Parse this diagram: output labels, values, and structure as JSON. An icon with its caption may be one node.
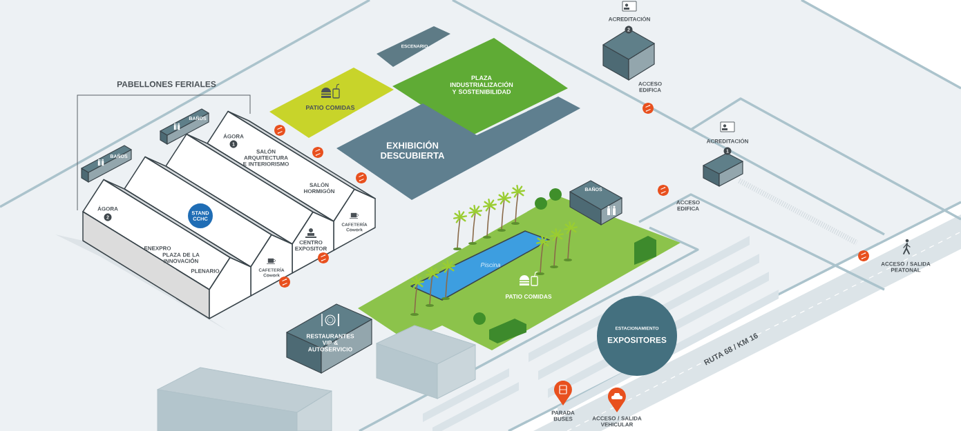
{
  "diagram": {
    "nodes": [
      {
        "text": [
          "ACREDITACIÓN",
          "2"
        ]
      },
      {
        "text": [
          "ESCENARIO"
        ]
      },
      {
        "text": [
          "PLAZA INDUSTRIALIZACIÓN Y SOSTENIBILIDAD"
        ]
      },
      {
        "text": [
          "PATIO COMIDAS"
        ]
      },
      {
        "text": [
          "BAÑOS"
        ]
      },
      {
        "text": [
          "ÁGORA",
          "1",
          "SALÓN ARQUITECTURA E INTERIORISMO",
          "SALÓN HORMIGÓN",
          "CAFETERÍA",
          "Cowork"
        ]
      },
      {
        "text": [
          "CENTRO EXPOSITOR"
        ]
      },
      {
        "text": [
          "CAFETERÍA",
          "Cowork"
        ]
      },
      {
        "text": [
          "STAND CCHC"
        ],
        "in": 7
      },
      {
        "text": [
          "ÁGORA",
          "2",
          "ENEXPRO",
          "PLAZA DE LA INNOVACIÓN",
          "PLENARIO"
        ]
      },
      {
        "text": [
          "EXHIBICIÓN DESCUBIERTA"
        ]
      },
      {
        "text": [
          "ACREDITACIÓN",
          "1"
        ]
      },
      {
        "text": [
          "BAÑOS"
        ]
      },
      {
        "text": [
          "PATIO COMIDAS"
        ]
      },
      {
        "text": [
          "Piscina"
        ],
        "in": 13
      },
      {
        "text": [
          "BAÑOS"
        ]
      },
      {
        "text": [
          "RESTAURANTES VIP & AUTOSERVICIO"
        ]
      },
      {
        "text": [
          "ESTACIONAMIENTO",
          "EXPOSITORES"
        ]
      }
    ],
    "labels": [
      "PABELLONES FERIALES",
      "ACCESO EDIFICA",
      "ACCESO EDIFICA",
      "ACCESO / SALIDA PEATONAL",
      "PARADA BUSES",
      "ACCESO / SALIDA VEHICULAR",
      "RUTA 68 / KM 16"
    ]
  }
}
